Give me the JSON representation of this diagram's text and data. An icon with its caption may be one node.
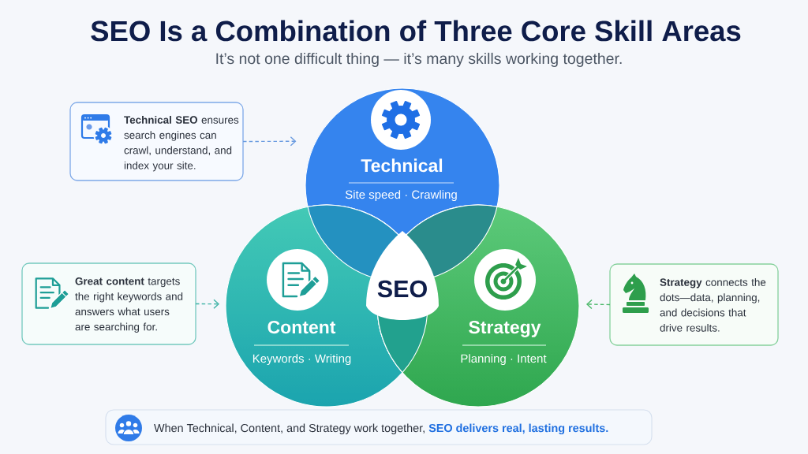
{
  "diagram": {
    "title": "SEO Is a Combination of Three Core Skill Areas",
    "nodes": [
      {
        "text": [
          "**Technical SEO** ensures search engines can crawl, understand, and index your site."
        ]
      },
      {
        "text": [
          "Technical",
          "Site speed · Crawling"
        ]
      },
      {
        "text": [
          "**Great content** targets the right keywords and answers what users are searching for."
        ]
      },
      {
        "text": [
          "Content",
          "Keywords · Writing"
        ]
      },
      {
        "text": [
          "SEO"
        ]
      },
      {
        "text": [
          "Strategy",
          "Planning · Intent"
        ]
      },
      {
        "text": [
          "**Strategy** connects the dots—data, planning, and decisions that drive results."
        ]
      },
      {
        "text": [
          "When Technical, Content, and Strategy work together, **SEO delivers real, lasting results.**"
        ]
      }
    ],
    "edges": [
      {
        "from": 0,
        "to": 1,
        "arrow": "to",
        "style": "dashed",
        "color": "#6a9be0"
      },
      {
        "from": 2,
        "to": 3,
        "arrow": "to",
        "style": "dashed",
        "color": "#3fb3a6"
      },
      {
        "from": 6,
        "to": 5,
        "arrow": "to",
        "style": "dashed",
        "color": "#4cb86a"
      }
    ],
    "labels": [
      "It’s not one difficult thing — it’s many skills working together."
    ]
  }
}
